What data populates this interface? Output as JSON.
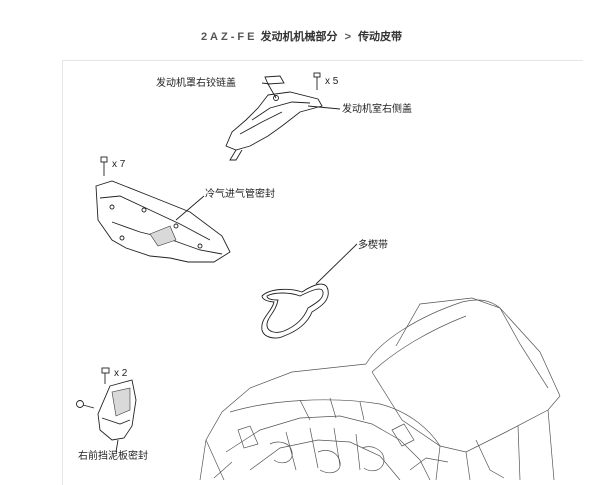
{
  "breadcrumb": {
    "model": "2AZ-FE",
    "section": "发动机机械部分",
    "separator": ">",
    "page": "传动皮带"
  },
  "labels": {
    "hood_hinge_cover": "发动机罩右铰链盖",
    "side_cover": "发动机室右侧盖",
    "cool_air_seal": "冷气进气管密封",
    "v_ribbed_belt": "多楔带",
    "fender_seal": "右前挡泥板密封"
  },
  "quantities": {
    "bolt_side_cover": "x 5",
    "bolt_cool_air": "x 7",
    "bolt_fender": "x 2"
  }
}
